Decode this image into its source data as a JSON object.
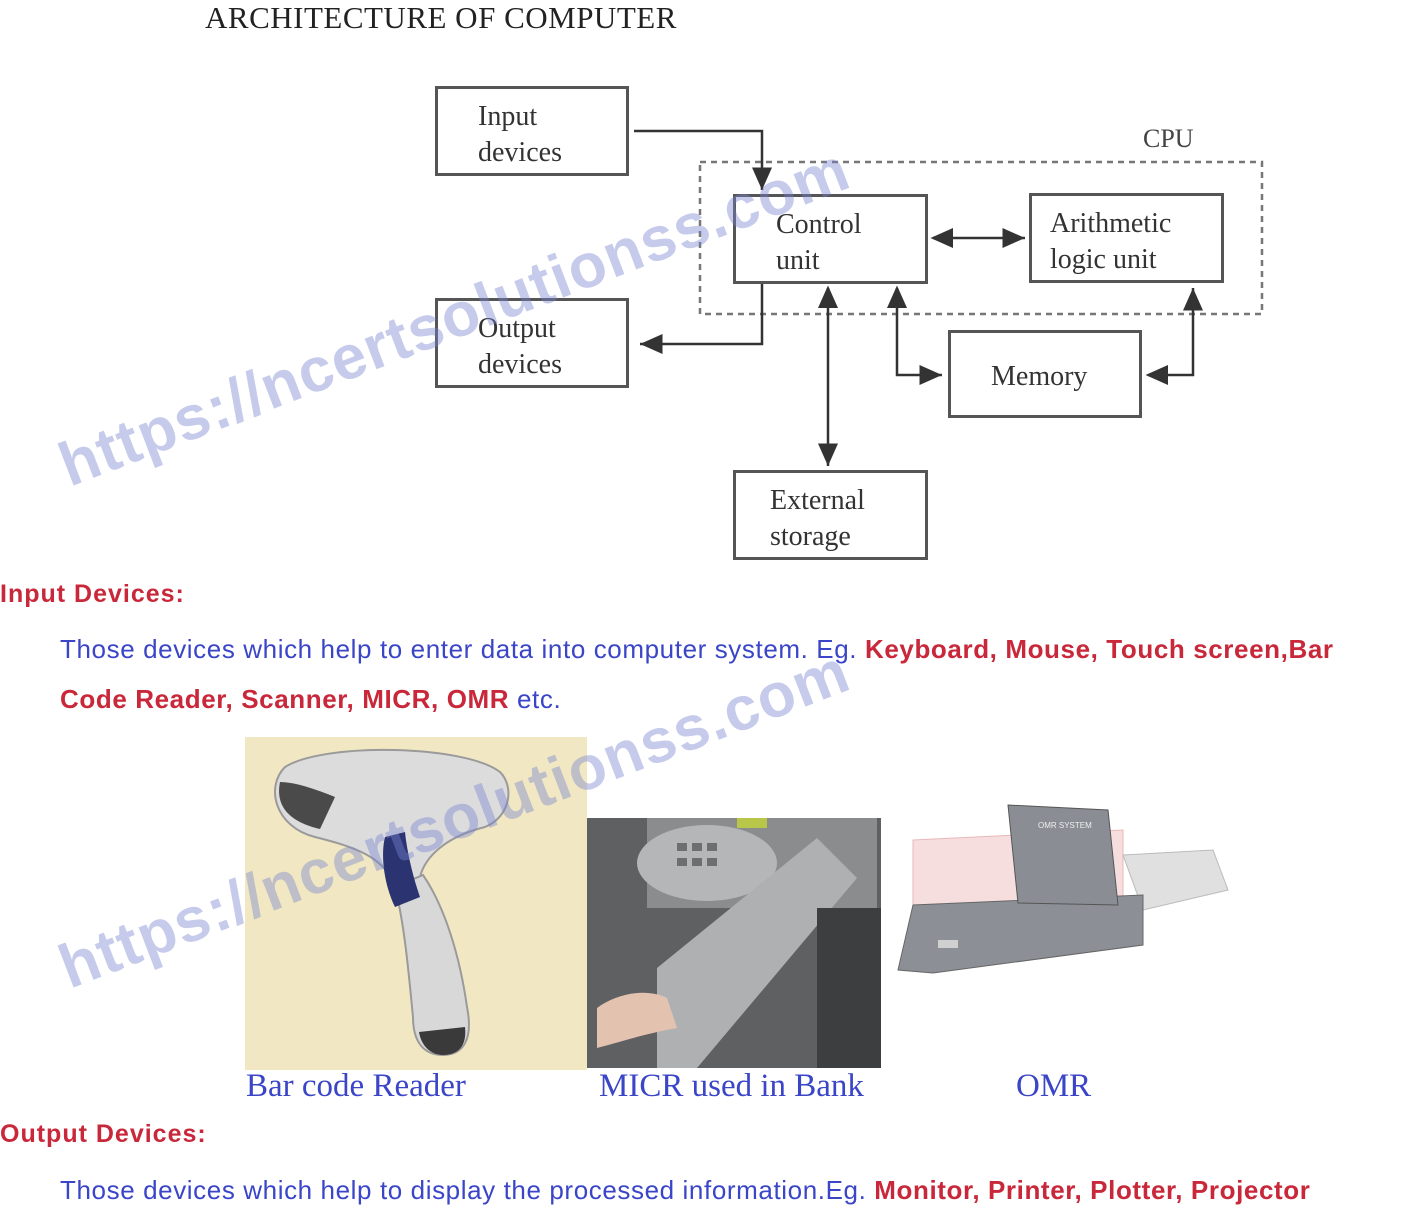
{
  "title": "ARCHITECTURE OF COMPUTER",
  "diagram": {
    "cpu_label": "CPU",
    "input_box": [
      "Input",
      "devices"
    ],
    "output_box": [
      "Output",
      "devices"
    ],
    "control_box": [
      "Control",
      "unit"
    ],
    "alu_box": [
      "Arithmetic",
      "logic unit"
    ],
    "memory_box": "Memory",
    "storage_box": [
      "External",
      "storage"
    ]
  },
  "watermark": "https://ncertsolutionss.com",
  "input_section": {
    "heading": "Input Devices:",
    "line1_prefix": "Those devices which help to enter data into computer system. Eg. ",
    "line1_bold": "Keyboard, Mouse, Touch screen,Bar",
    "line2_bold": "Code Reader, Scanner, MICR, OMR",
    "line2_suffix": " etc."
  },
  "images": {
    "barcode_caption": "Bar code Reader",
    "micr_caption": "MICR used in Bank",
    "omr_caption": "OMR",
    "omr_device_label": "OMR SYSTEM"
  },
  "output_section": {
    "heading": "Output Devices:",
    "line_prefix": "Those devices which help to display the processed information.Eg. ",
    "line_bold": "Monitor, Printer, Plotter, Projector"
  },
  "colors": {
    "heading_red": "#c8283a",
    "body_blue": "#3a45c8",
    "watermark": "#7882d2"
  }
}
